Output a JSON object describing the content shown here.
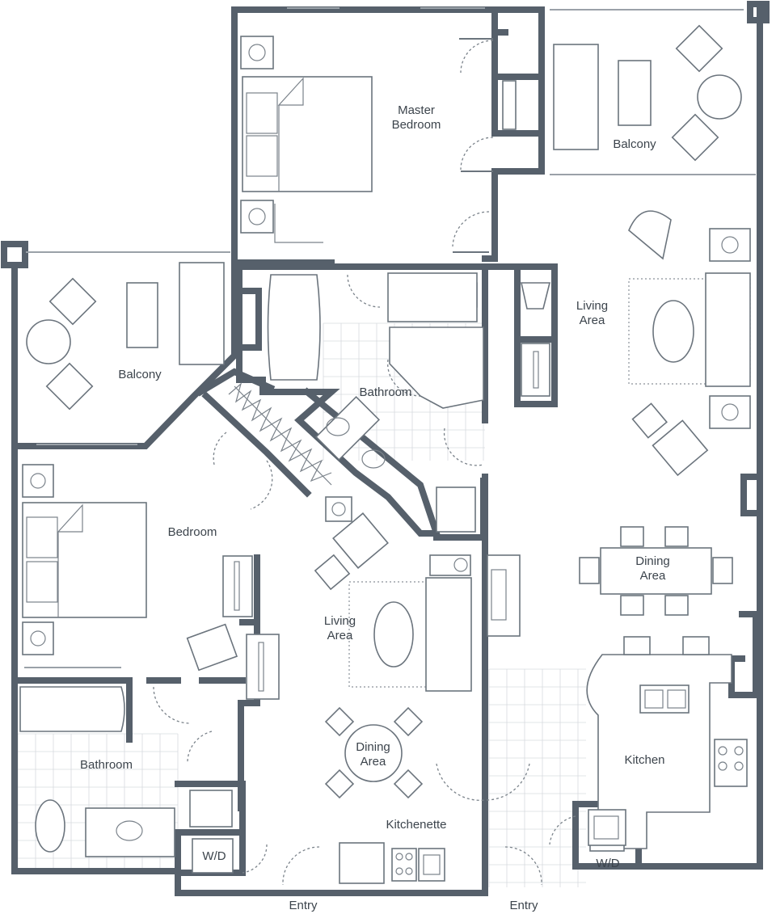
{
  "rooms": {
    "master_bedroom": "Master\nBedroom",
    "balcony_right": "Balcony",
    "balcony_left": "Balcony",
    "bathroom_center": "Bathroom",
    "living_area_right": "Living\nArea",
    "bedroom": "Bedroom",
    "living_area_center": "Living\nArea",
    "dining_area_right": "Dining\nArea",
    "dining_area_center": "Dining\nArea",
    "kitchen": "Kitchen",
    "kitchenette": "Kitchenette",
    "bathroom_left": "Bathroom",
    "wd_left": "W/D",
    "wd_right": "W/D",
    "entry_left": "Entry",
    "entry_right": "Entry"
  },
  "colors": {
    "wall": "#56606b",
    "furniture": "#6b747d",
    "label": "#3c444c"
  }
}
